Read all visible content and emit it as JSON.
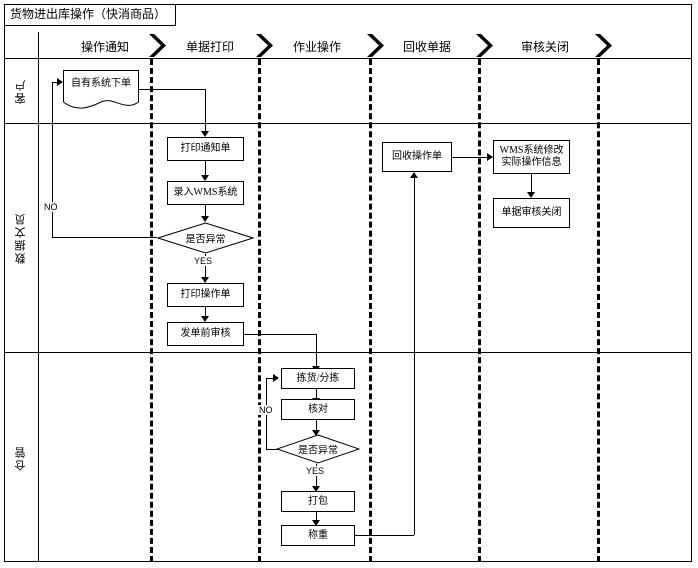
{
  "diagram": {
    "title": "货物进出库操作（快消商品）",
    "type": "cross-functional-flowchart",
    "stages": [
      {
        "id": "stage-1",
        "label": "操作通知"
      },
      {
        "id": "stage-2",
        "label": "单据打印"
      },
      {
        "id": "stage-3",
        "label": "作业操作"
      },
      {
        "id": "stage-4",
        "label": "回收单据"
      },
      {
        "id": "stage-5",
        "label": "审核关闭"
      }
    ],
    "lanes": [
      {
        "id": "lane-customer",
        "label": "客户"
      },
      {
        "id": "lane-data-clerk",
        "label": "数据文员"
      },
      {
        "id": "lane-warehouse",
        "label": "仓管"
      }
    ],
    "nodes": {
      "own_system_order": "自有系统下单",
      "print_notice": "打印通知单",
      "enter_wms": "录入WMS系统",
      "check_abnormal_1": "是否异常",
      "print_operation_sheet": "打印操作单",
      "pre_issue_audit": "发单前审核",
      "pick_sort": "拣货/分拣",
      "verify": "核对",
      "check_abnormal_2": "是否异常",
      "pack": "打包",
      "weigh": "称重",
      "recycle_operation_sheet": "回收操作单",
      "wms_modify_info": "WMS系统修改实际操作信息",
      "doc_audit_close": "单据审核关闭"
    },
    "edge_labels": {
      "no_1": "NO",
      "yes_1": "YES",
      "no_2": "NO",
      "yes_2": "YES"
    },
    "colors": {
      "line": "#000000",
      "background": "#ffffff",
      "text": "#000000"
    }
  }
}
